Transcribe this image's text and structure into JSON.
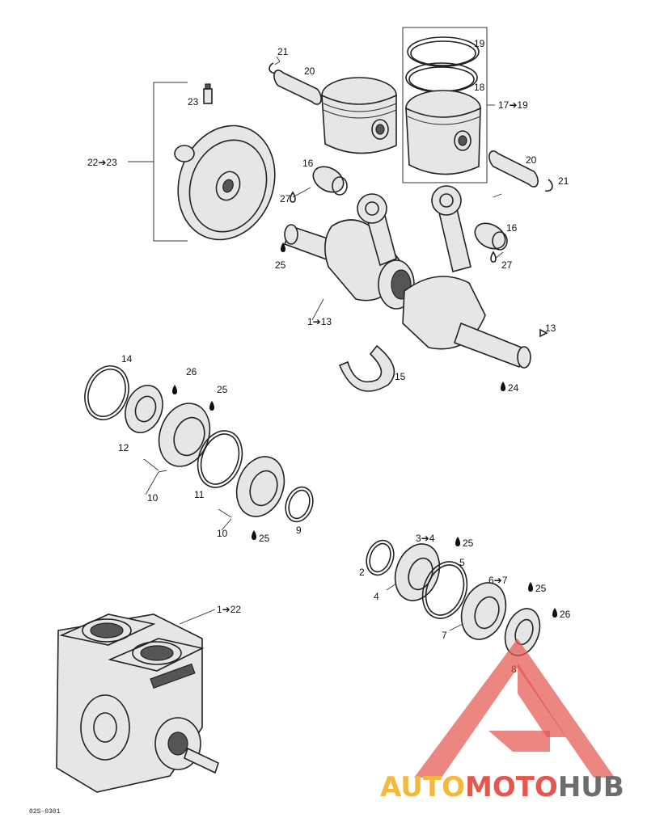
{
  "callouts": {
    "c21_top": "21",
    "c20_top": "20",
    "c19": "19",
    "c18": "18",
    "c17_19": "17➔19",
    "c23": "23",
    "c22_23": "22➔23",
    "c16_left": "16",
    "c27_left": "27",
    "c20_right": "20",
    "c21_right": "21",
    "c16_right": "16",
    "c27_right": "27",
    "c25_crank": "25",
    "c1_13": "1➔13",
    "c13": "13",
    "c15": "15",
    "c24": "24",
    "c14": "14",
    "c26_left": "26",
    "c25_left": "25",
    "c12": "12",
    "c10_a": "10",
    "c11": "11",
    "c10_b": "10",
    "c25_bottom": "25",
    "c9": "9",
    "c3_4": "3➔4",
    "c25_r1": "25",
    "c5": "5",
    "c2": "2",
    "c4": "4",
    "c6_7": "6➔7",
    "c25_r2": "25",
    "c26_right": "26",
    "c7": "7",
    "c8": "8",
    "c1_22": "1➔22"
  },
  "drawing_code": "02S-0301",
  "watermark": {
    "part1": "AUTO",
    "part2": "MOTO",
    "part3": "HUB",
    "color_auto": "#f2b93b",
    "color_moto": "#e4574f",
    "color_hub": "#6d6d6d"
  }
}
